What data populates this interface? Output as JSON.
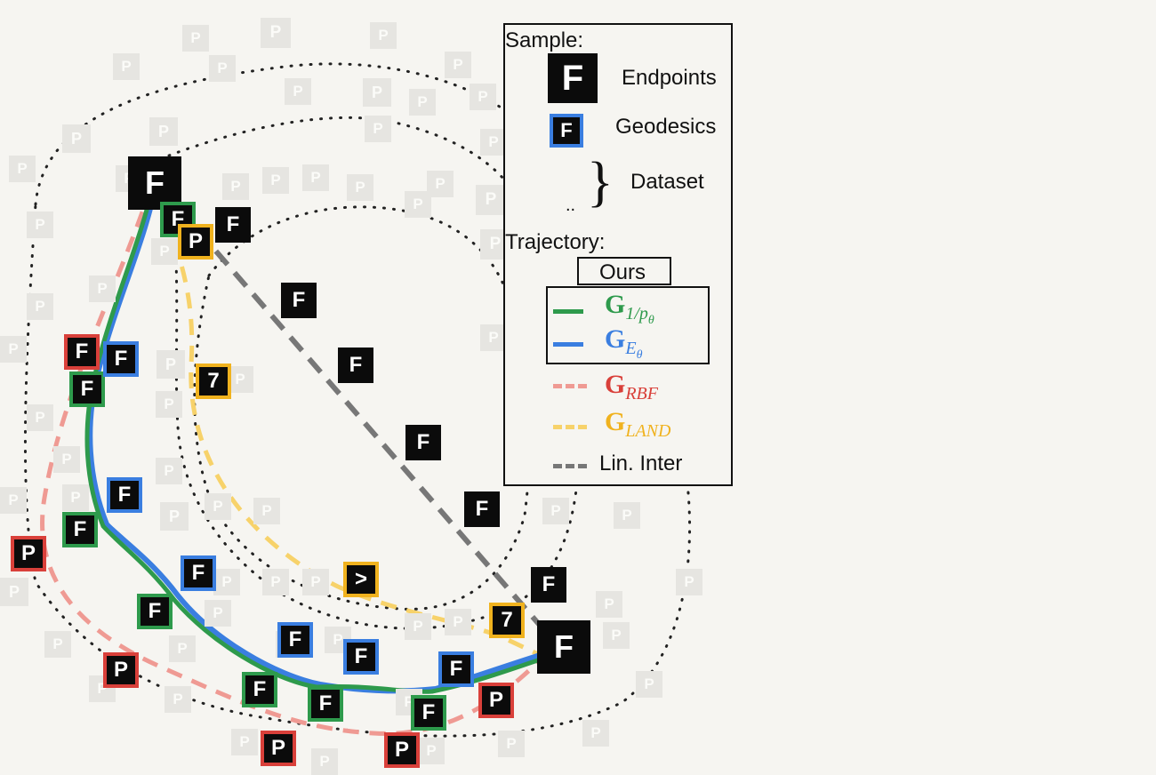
{
  "tile_glyphs": {
    "endpoint": "F",
    "geodesic": "F",
    "red": "P",
    "yellow_p": "P",
    "yellow_7": "7",
    "yellow_v": ">",
    "linear": "F",
    "ghost": "P"
  },
  "legend": {
    "sample_heading": "Sample:",
    "endpoints_label": "Endpoints",
    "geodesics_label": "Geodesics",
    "dataset_label": "Dataset",
    "trajectory_heading": "Trajectory:",
    "ours_label": "Ours",
    "g_symbol": "G",
    "g1_sub": "1/p",
    "g1_sub2": "θ",
    "g2_sub": "E",
    "g2_sub2": "θ",
    "rbf_sub": "RBF",
    "land_sub": "LAND",
    "lin_label": "Lin. Inter"
  },
  "colors": {
    "green": "#2e9a4c",
    "blue": "#3a7ee0",
    "red_dash": "#ef9a93",
    "yellow_dash": "#f7d26a",
    "gray_dash": "#777777",
    "red_text": "#d9403a",
    "yellow_text": "#f0b21e"
  }
}
